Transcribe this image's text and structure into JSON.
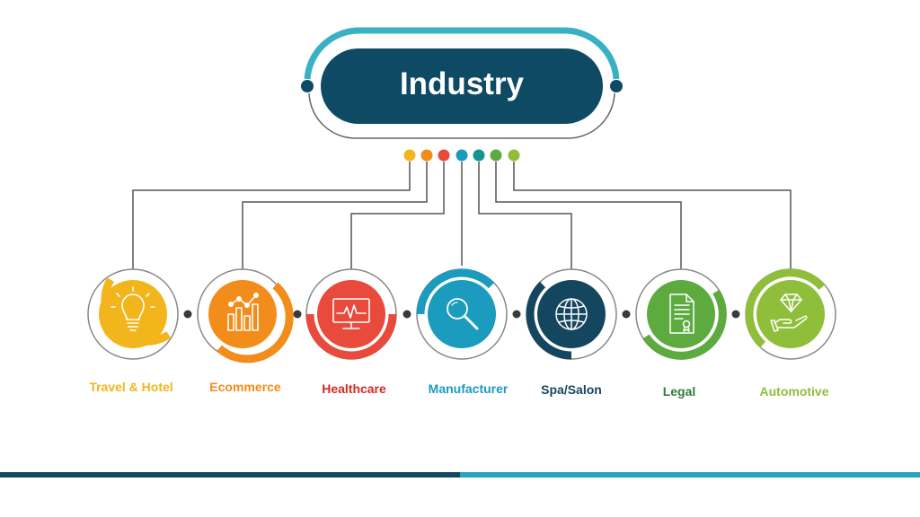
{
  "title": "Industry",
  "colors": {
    "title_fill": "#0f4a64",
    "title_arc": "#3ab0c4",
    "connector_line": "#555555",
    "bar_left": "#14475f",
    "bar_right": "#2ba3c2"
  },
  "industries": [
    {
      "label": "Travel & Hotel",
      "color": "#f2b51c",
      "icon": "lightbulb-icon"
    },
    {
      "label": "Ecommerce",
      "color": "#f28c1a",
      "icon": "bar-chart-icon"
    },
    {
      "label": "Healthcare",
      "color": "#e84a3c",
      "icon": "monitor-heartbeat-icon"
    },
    {
      "label": "Manufacturer",
      "color": "#1b9bbd",
      "icon": "magnifier-icon"
    },
    {
      "label": "Spa/Salon",
      "color": "#14475f",
      "icon": "globe-icon"
    },
    {
      "label": "Legal",
      "color": "#5daa3f",
      "icon": "certificate-document-icon"
    },
    {
      "label": "Automotive",
      "color": "#8fbe3b",
      "icon": "diamond-hand-icon"
    }
  ]
}
